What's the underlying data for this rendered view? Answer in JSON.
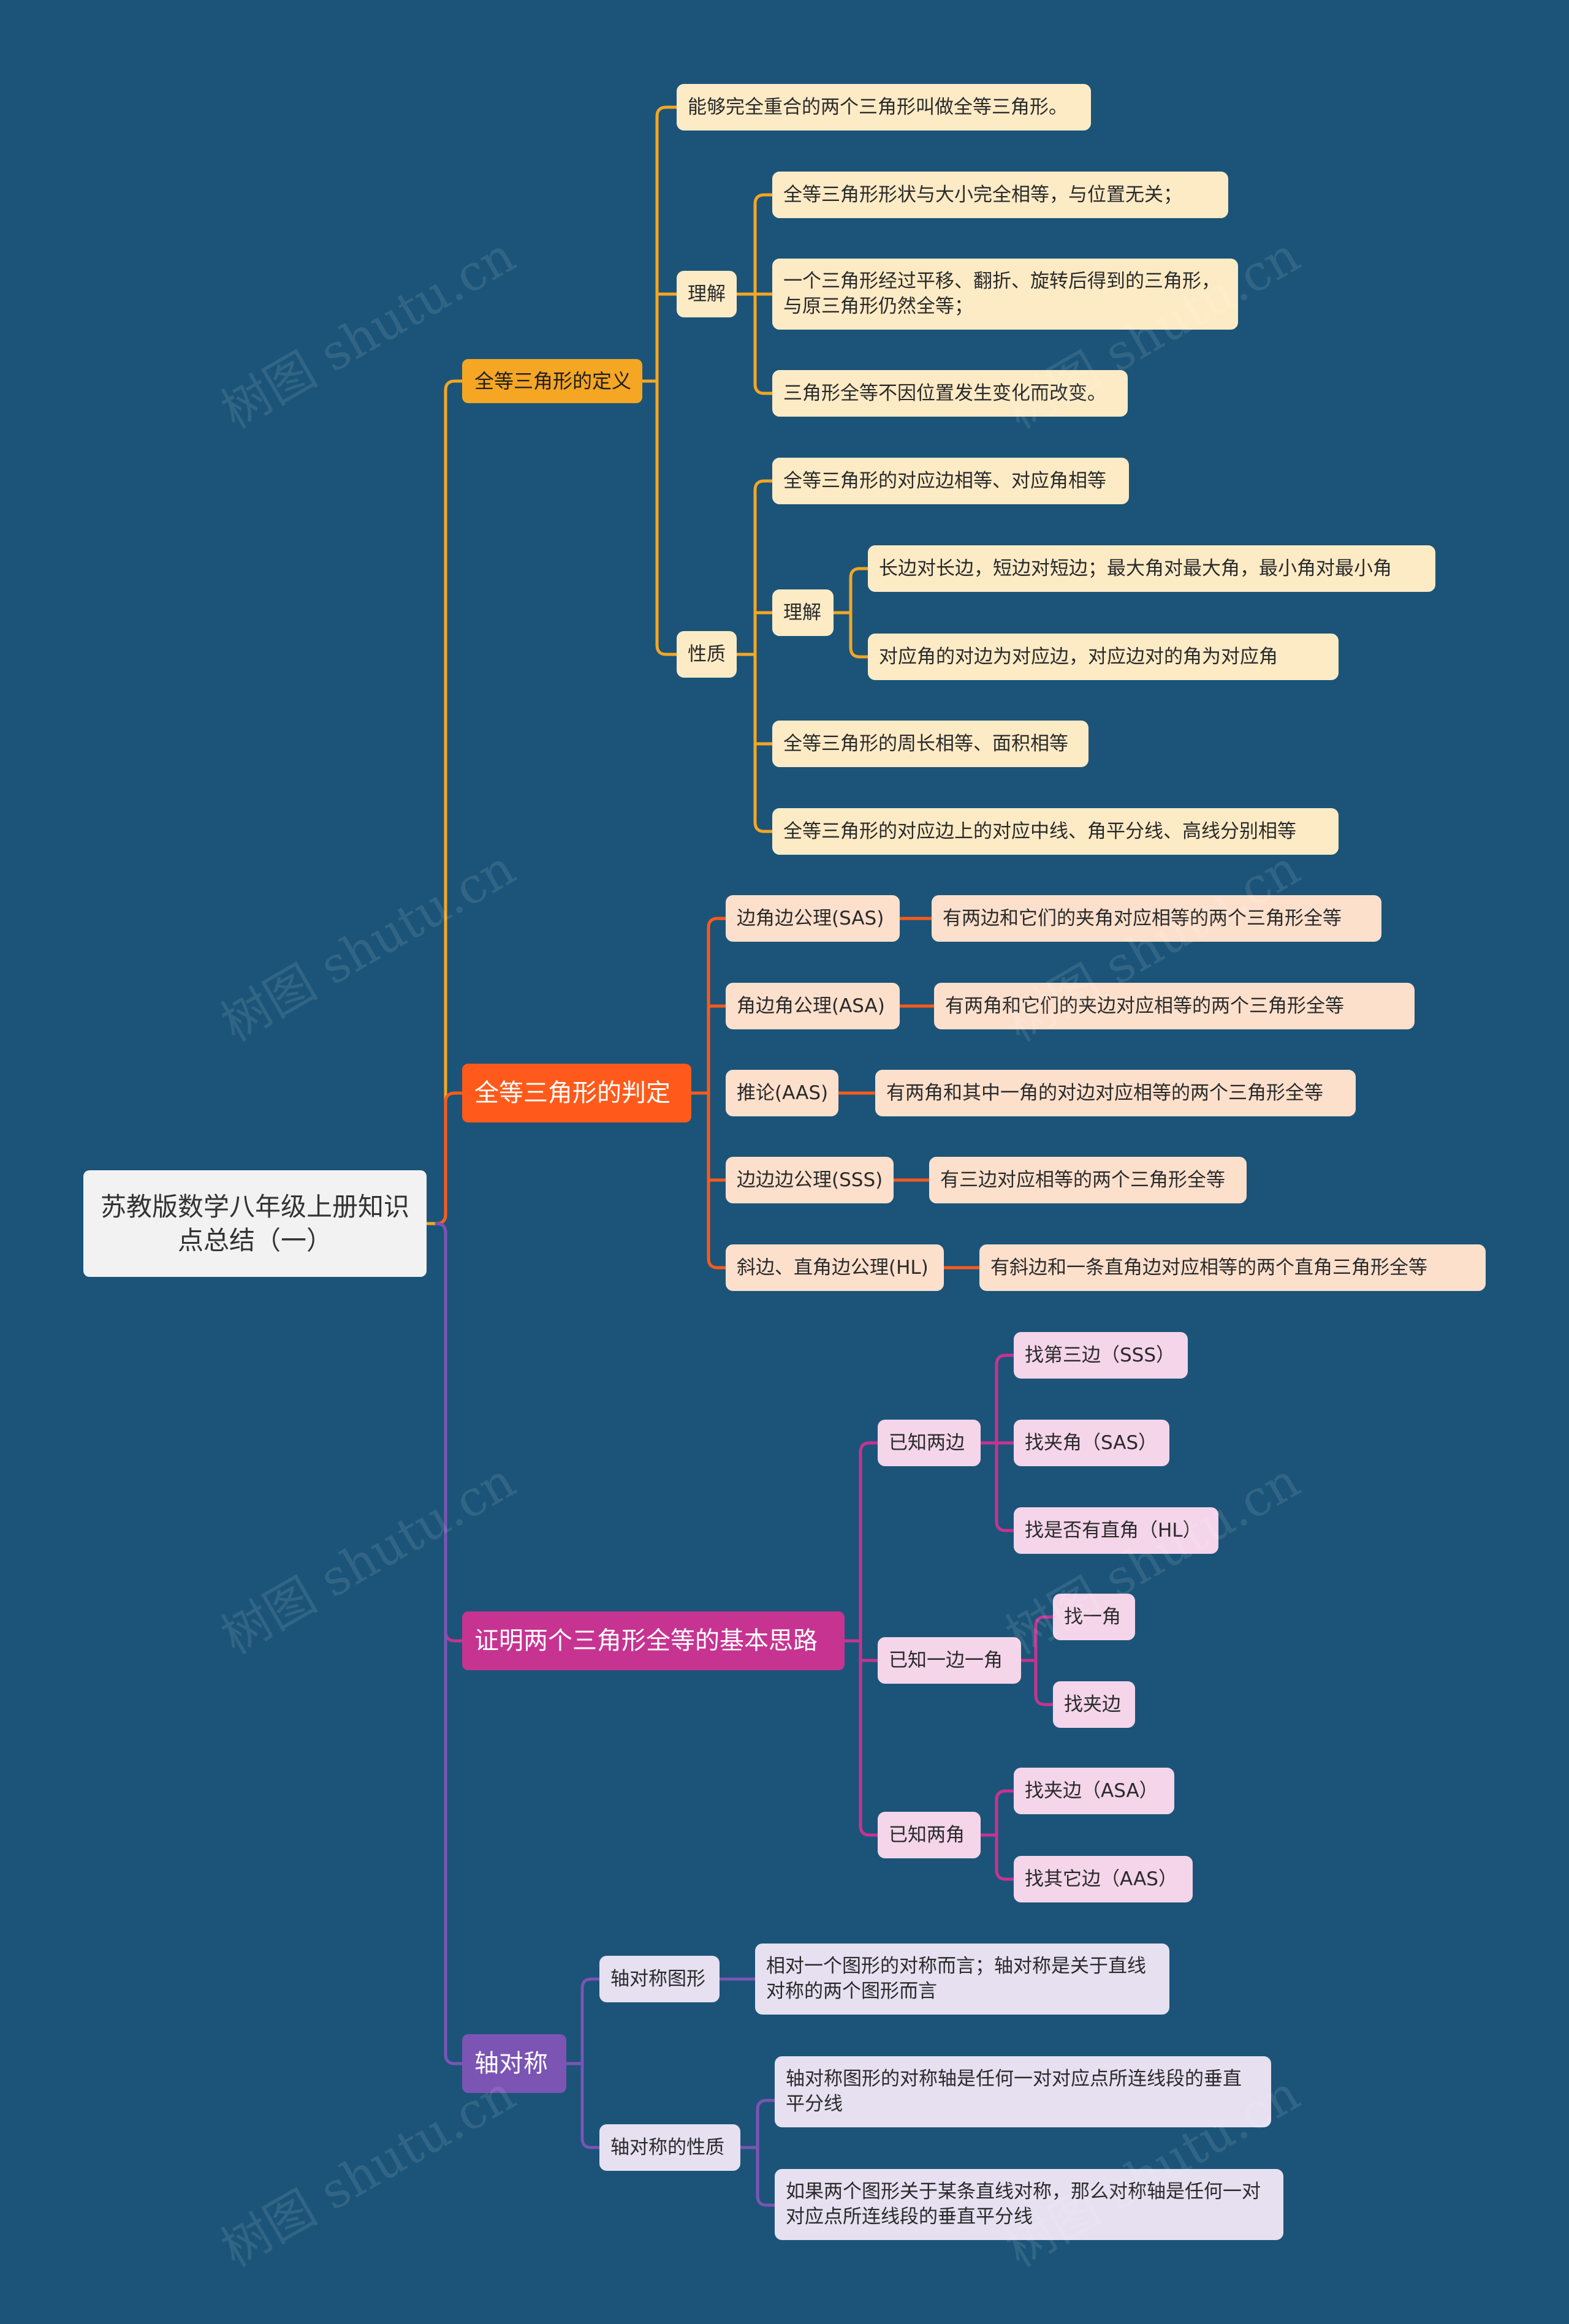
{
  "root": "苏教版数学八年级上册知识点总结（一）",
  "watermark": "树图 shutu.cn",
  "colors": {
    "background": "#1b5478",
    "branch_definition": "#f5a623",
    "branch_judgement": "#ff5a1b",
    "branch_proof": "#c73391",
    "branch_symmetry": "#7b54b4"
  },
  "b1": {
    "title": "全等三角形的定义",
    "n1": "能够完全重合的两个三角形叫做全等三角形。",
    "understand": {
      "label": "理解",
      "t1": "全等三角形形状与大小完全相等，与位置无关；",
      "t2": "一个三角形经过平移、翻折、旋转后得到的三角形，与原三角形仍然全等；",
      "t3": "三角形全等不因位置发生变化而改变。"
    },
    "property": {
      "label": "性质",
      "p1": "全等三角形的对应边相等、对应角相等",
      "understand_label": "理解",
      "u1": "长边对长边，短边对短边；最大角对最大角，最小角对最小角",
      "u2": "对应角的对边为对应边，对应边对的角为对应角",
      "p2": "全等三角形的周长相等、面积相等",
      "p3": "全等三角形的对应边上的对应中线、角平分线、高线分别相等"
    }
  },
  "b2": {
    "title": "全等三角形的判定",
    "sas": "边角边公理(SAS)",
    "sas_desc": "有两边和它们的夹角对应相等的两个三角形全等",
    "asa": "角边角公理(ASA)",
    "asa_desc": "有两角和它们的夹边对应相等的两个三角形全等",
    "aas": "推论(AAS)",
    "aas_desc": "有两角和其中一角的对边对应相等的两个三角形全等",
    "sss": "边边边公理(SSS)",
    "sss_desc": "有三边对应相等的两个三角形全等",
    "hl": "斜边、直角边公理(HL)",
    "hl_desc": "有斜边和一条直角边对应相等的两个直角三角形全等"
  },
  "b3": {
    "title": "证明两个三角形全等的基本思路",
    "two_sides": "已知两边",
    "ts1": "找第三边（SSS）",
    "ts2": "找夹角（SAS）",
    "ts3": "找是否有直角（HL）",
    "side_angle": "已知一边一角",
    "sa1": "找一角",
    "sa2": "找夹边",
    "two_angles": "已知两角",
    "ta1": "找夹边（ASA）",
    "ta2": "找其它边（AAS）"
  },
  "b4": {
    "title": "轴对称",
    "figure": "轴对称图形",
    "figure_desc": "相对一个图形的对称而言；轴对称是关于直线对称的两个图形而言",
    "property": "轴对称的性质",
    "pr1": "轴对称图形的对称轴是任何一对对应点所连线段的垂直平分线",
    "pr2": "如果两个图形关于某条直线对称，那么对称轴是任何一对对应点所连线段的垂直平分线"
  }
}
